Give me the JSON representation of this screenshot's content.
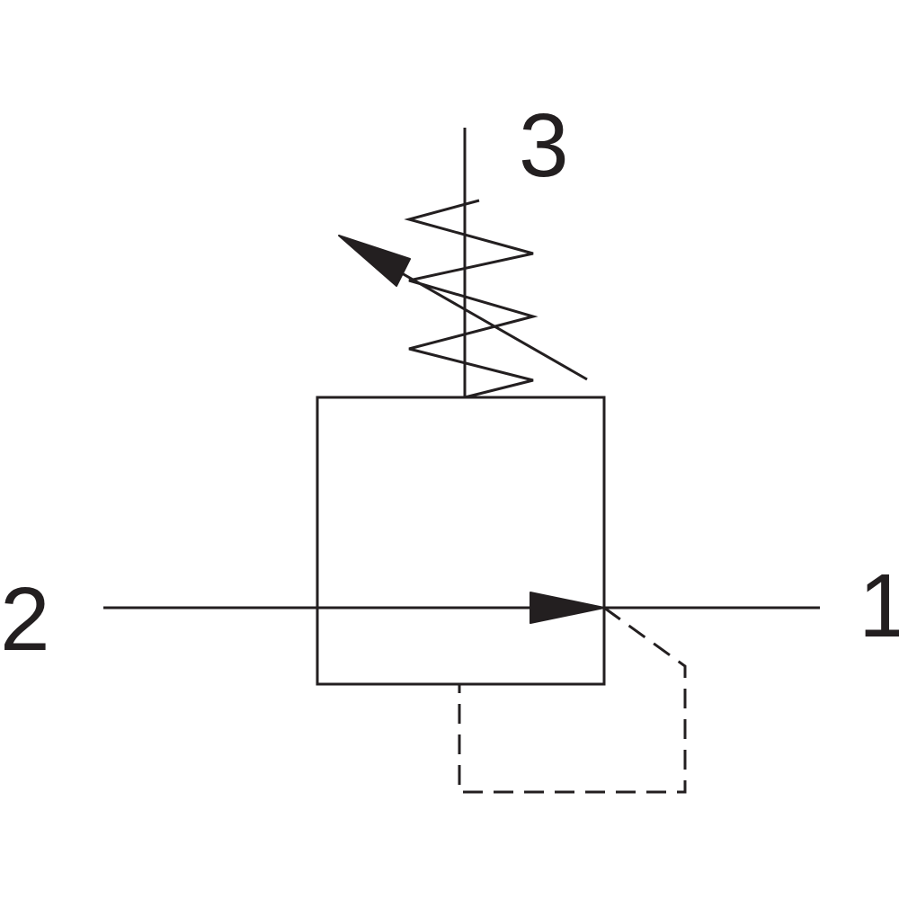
{
  "ports": {
    "port_1": "1",
    "port_2": "2",
    "port_3": "3"
  },
  "colors": {
    "line": "#231f20",
    "background": "#ffffff"
  }
}
